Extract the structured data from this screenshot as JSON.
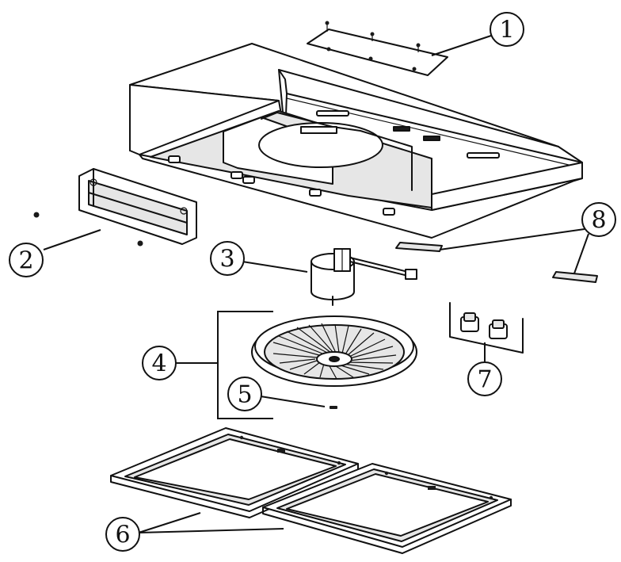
{
  "callouts": [
    {
      "id": "1",
      "label": "1"
    },
    {
      "id": "2",
      "label": "2"
    },
    {
      "id": "3",
      "label": "3"
    },
    {
      "id": "4",
      "label": "4"
    },
    {
      "id": "5",
      "label": "5"
    },
    {
      "id": "6",
      "label": "6"
    },
    {
      "id": "7",
      "label": "7"
    },
    {
      "id": "8",
      "label": "8"
    }
  ],
  "colors": {
    "line": "#111111",
    "background": "#ffffff",
    "shade": "#e6e6e6"
  }
}
